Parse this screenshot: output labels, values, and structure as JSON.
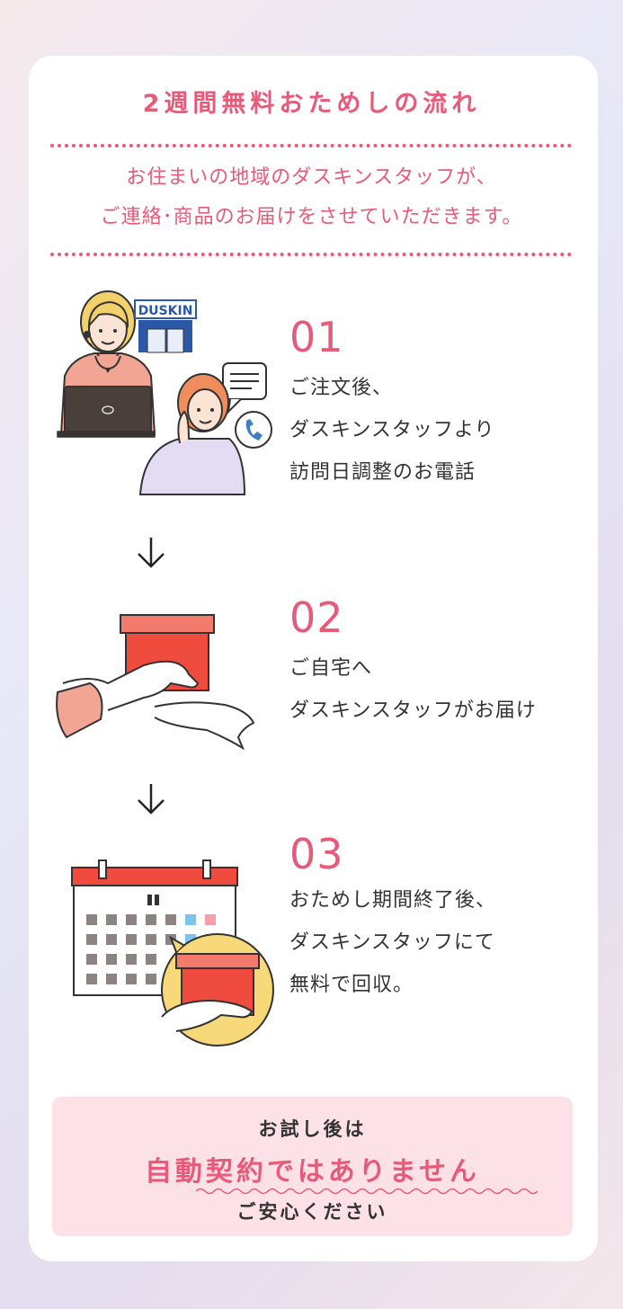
{
  "title": "2週間無料おためしの流れ",
  "lead": {
    "line1": "お住まいの地域のダスキンスタッフが、",
    "line2": "ご連絡･商品のお届けをさせていただきます。"
  },
  "steps": [
    {
      "number": "01",
      "lines": [
        "ご注文後、",
        "ダスキンスタッフより",
        "訪問日調整のお電話"
      ]
    },
    {
      "number": "02",
      "lines": [
        "ご自宅へ",
        "ダスキンスタッフがお届け"
      ]
    },
    {
      "number": "03",
      "lines": [
        "おためし期間終了後、",
        "ダスキンスタッフにて",
        "無料で回収。"
      ]
    }
  ],
  "store_sign": "DUSKIN",
  "notice": {
    "line1": "お試し後は",
    "line2": "自動契約ではありません",
    "line3": "ご安心ください"
  },
  "colors": {
    "accent": "#e85a7a",
    "box_red": "#ef4b3e",
    "notice_bg": "#fce1e6"
  },
  "icons": [
    "arrow-down-icon",
    "phone-icon",
    "speech-bubble-icon",
    "store-icon",
    "calendar-icon",
    "gift-box-icon"
  ]
}
